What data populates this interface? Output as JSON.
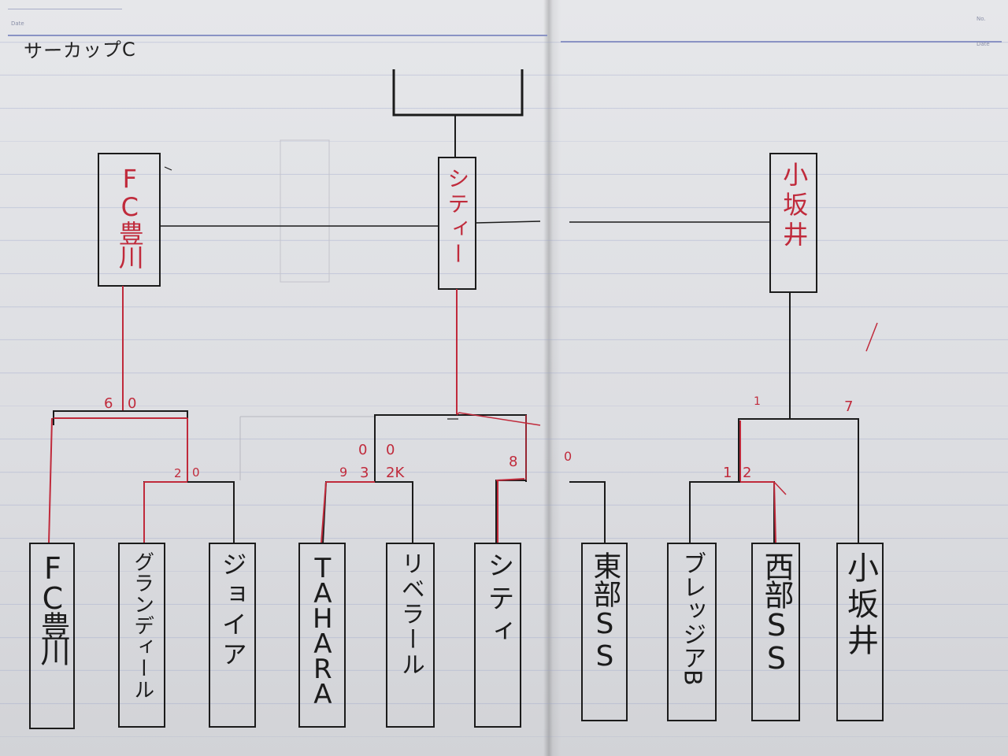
{
  "notebook": {
    "header": {
      "date_label_left": "Date",
      "no_label": "No.",
      "date_label_right": "Date"
    },
    "title": "サーカップC"
  },
  "bracket": {
    "left_winner": "FC豊川",
    "center_winner": "シティー",
    "right_winner": "小坂井",
    "teams": [
      {
        "name": "FC豊川"
      },
      {
        "name": "グランディール"
      },
      {
        "name": "ジョイア"
      },
      {
        "name": "TAHARA"
      },
      {
        "name": "リベラール"
      },
      {
        "name": "シティ"
      },
      {
        "name": "東部SS"
      },
      {
        "name": "ブレッジアB"
      },
      {
        "name": "西部SS"
      },
      {
        "name": "小坂井"
      }
    ],
    "scores": {
      "s_6": "6",
      "s_0a": "0",
      "s_2a": "2",
      "s_0b": "0",
      "s_0c": "0",
      "s_0d": "0",
      "s_9": "9",
      "s_3": "3",
      "s_2k": "2K",
      "s_8": "8",
      "s_0e": "0",
      "s_1a": "1",
      "s_7": "7",
      "s_1b": "1",
      "s_2b": "2"
    },
    "colors": {
      "ink_black": "#1b1b1b",
      "ink_red": "#c02a3b"
    }
  }
}
